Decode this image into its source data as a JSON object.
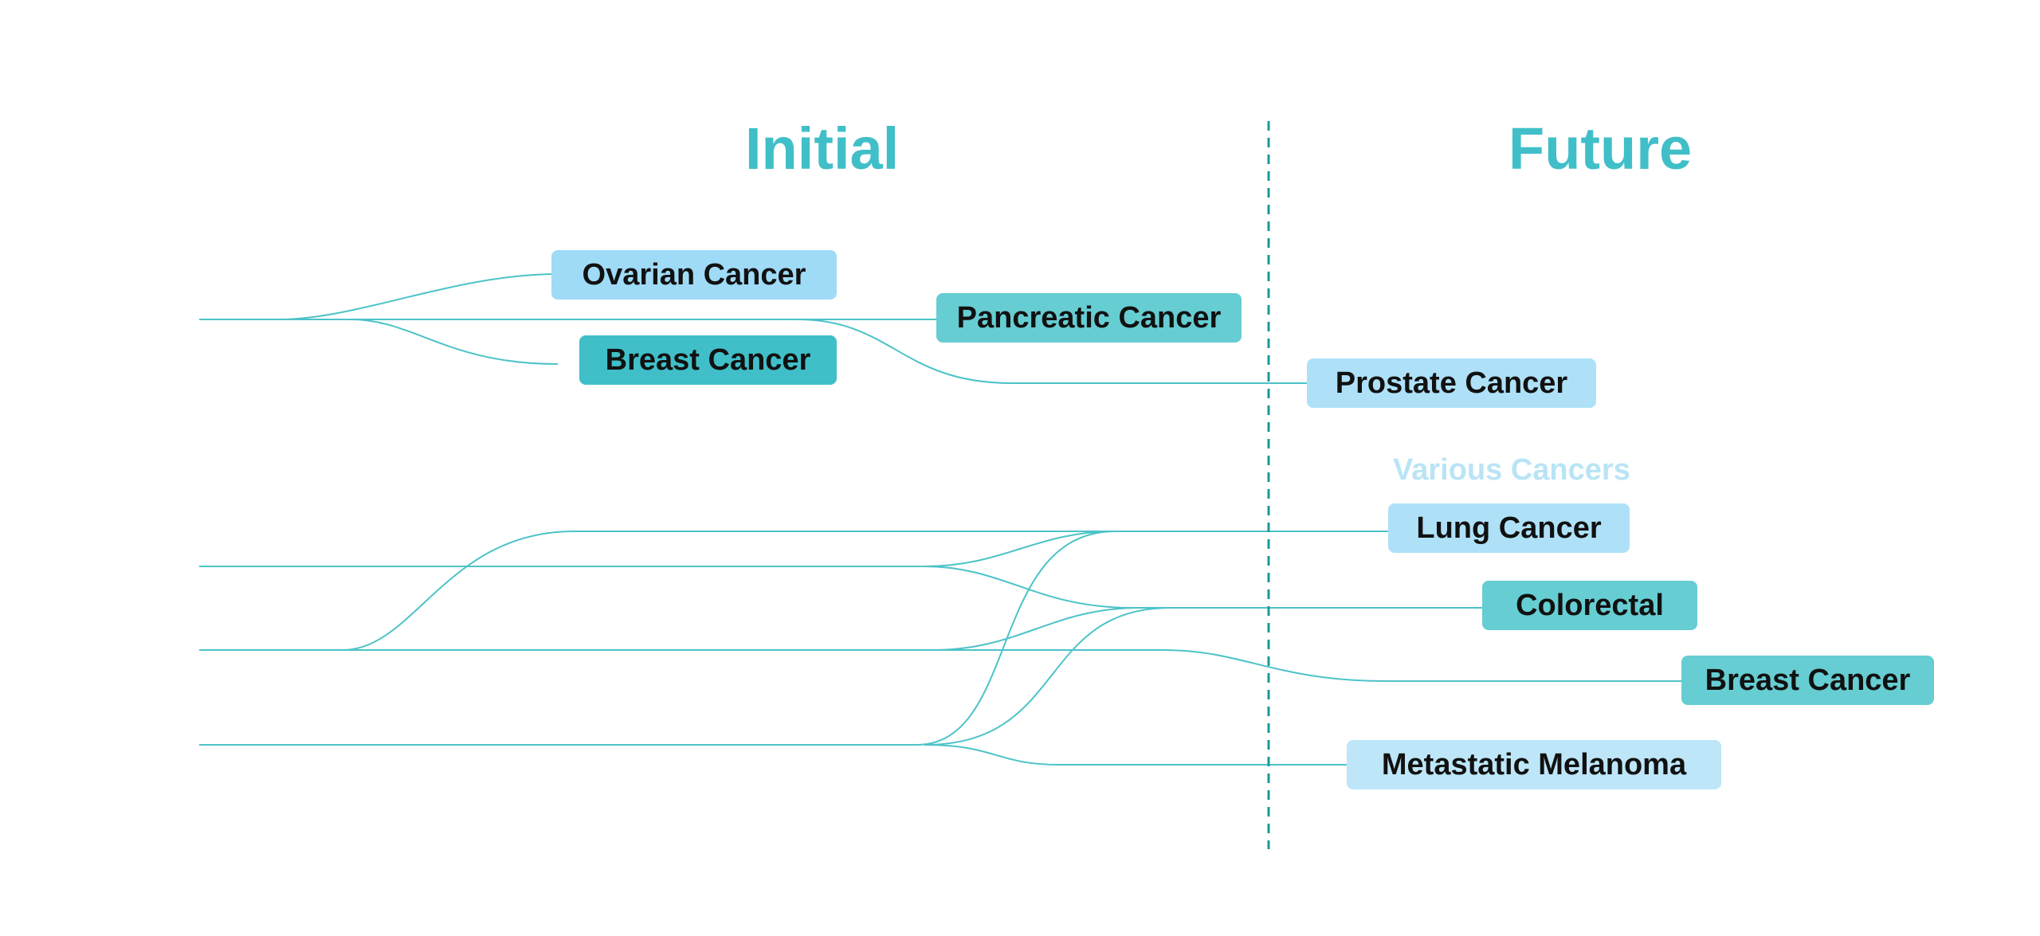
{
  "headings": {
    "initial": "Initial",
    "future": "Future"
  },
  "section_label": "Various Cancers",
  "nodes": {
    "ovarian": "Ovarian Cancer",
    "pancreatic": "Pancreatic Cancer",
    "breast_initial": "Breast Cancer",
    "prostate": "Prostate Cancer",
    "lung": "Lung Cancer",
    "colorectal": "Colorectal",
    "breast_future": "Breast Cancer",
    "melanoma": "Metastatic Melanoma"
  },
  "colors": {
    "heading": "#40bfc8",
    "line": "#4cc3c8",
    "divider": "#1a9a96",
    "light_blue": "#9fdbf6",
    "pale_blue": "#aee1f8",
    "palest_blue": "#bde6f8",
    "teal": "#66cdd2",
    "dark_teal": "#40bfc8",
    "section_label": "#b9e4f6"
  }
}
